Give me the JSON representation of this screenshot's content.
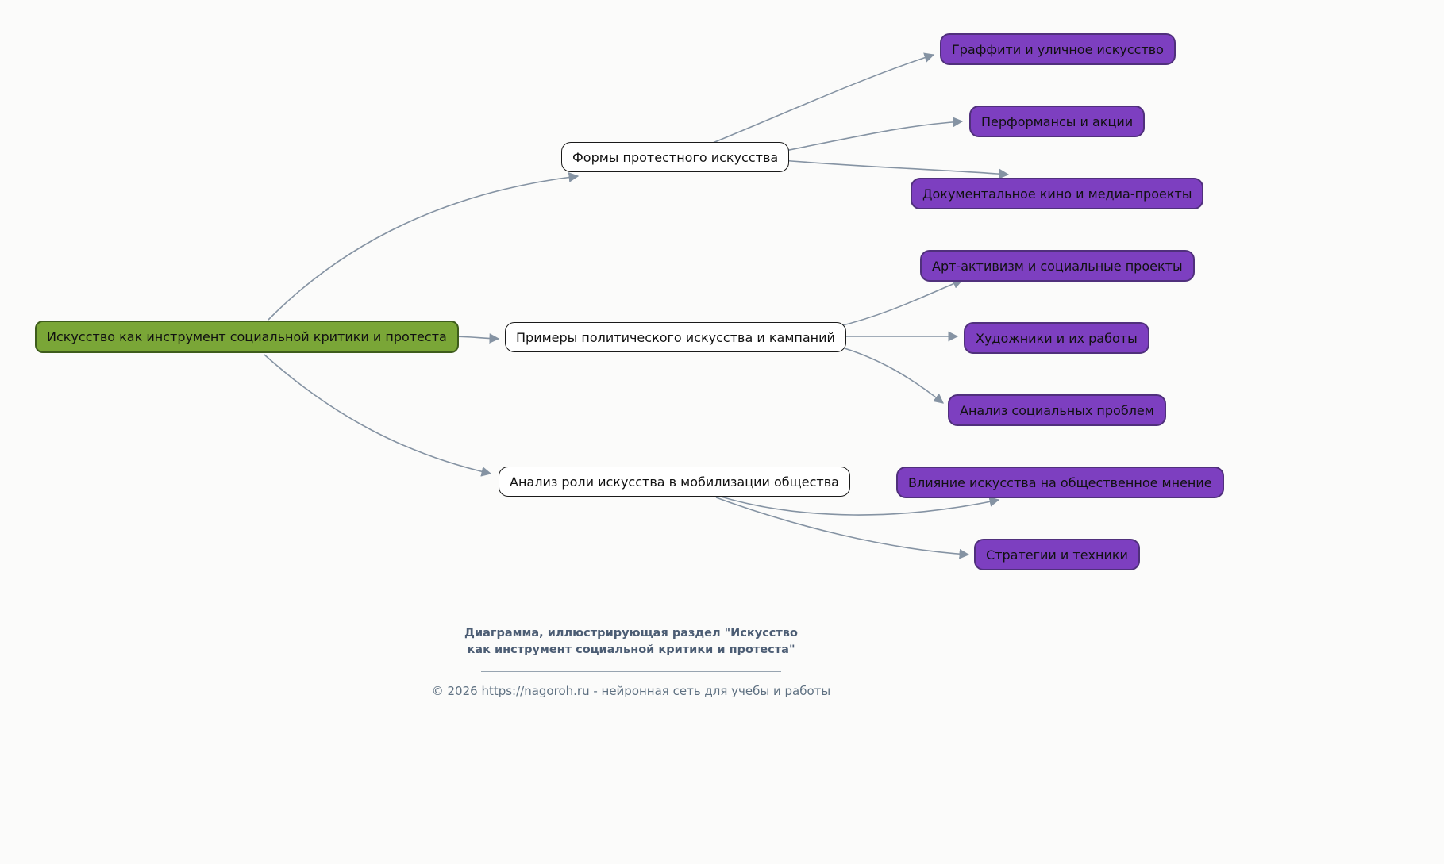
{
  "diagram": {
    "root": {
      "label": "Искусство как инструмент социальной критики и протеста"
    },
    "branches": [
      {
        "label": "Формы протестного искусства",
        "children": [
          {
            "label": "Граффити и уличное искусство"
          },
          {
            "label": "Перформансы и акции"
          },
          {
            "label": "Документальное кино и медиа-проекты"
          }
        ]
      },
      {
        "label": "Примеры политического искусства и кампаний",
        "children": [
          {
            "label": "Арт-активизм и социальные проекты"
          },
          {
            "label": "Художники и их работы"
          },
          {
            "label": "Анализ социальных проблем"
          }
        ]
      },
      {
        "label": "Анализ роли искусства в мобилизации общества",
        "children": [
          {
            "label": "Влияние искусства на общественное мнение"
          },
          {
            "label": "Стратегии и техники"
          }
        ]
      }
    ]
  },
  "footer": {
    "caption_line1": "Диаграмма, иллюстрирующая раздел \"Искусство",
    "caption_line2": "как инструмент социальной критики и протеста\"",
    "copyright": "© 2026 https://nagoroh.ru - нейронная сеть для учебы и работы"
  },
  "colors": {
    "background": "#fbfbfa",
    "root_fill": "#7aa637",
    "root_border": "#3e5c1c",
    "branch_fill": "#ffffff",
    "branch_border": "#1a1a1a",
    "leaf_fill": "#7d3fc0",
    "leaf_border": "#50307c",
    "edge": "#8593a3",
    "footer_text": "#4c5d74"
  }
}
